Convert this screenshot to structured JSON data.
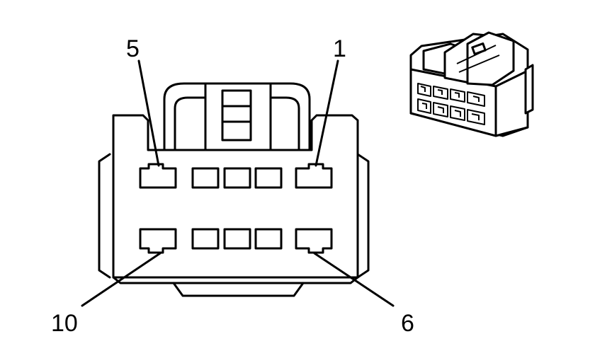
{
  "labels": {
    "pin_5": "5",
    "pin_1": "1",
    "pin_10": "10",
    "pin_6": "6"
  },
  "colors": {
    "stroke": "#000000",
    "background": "#ffffff"
  }
}
